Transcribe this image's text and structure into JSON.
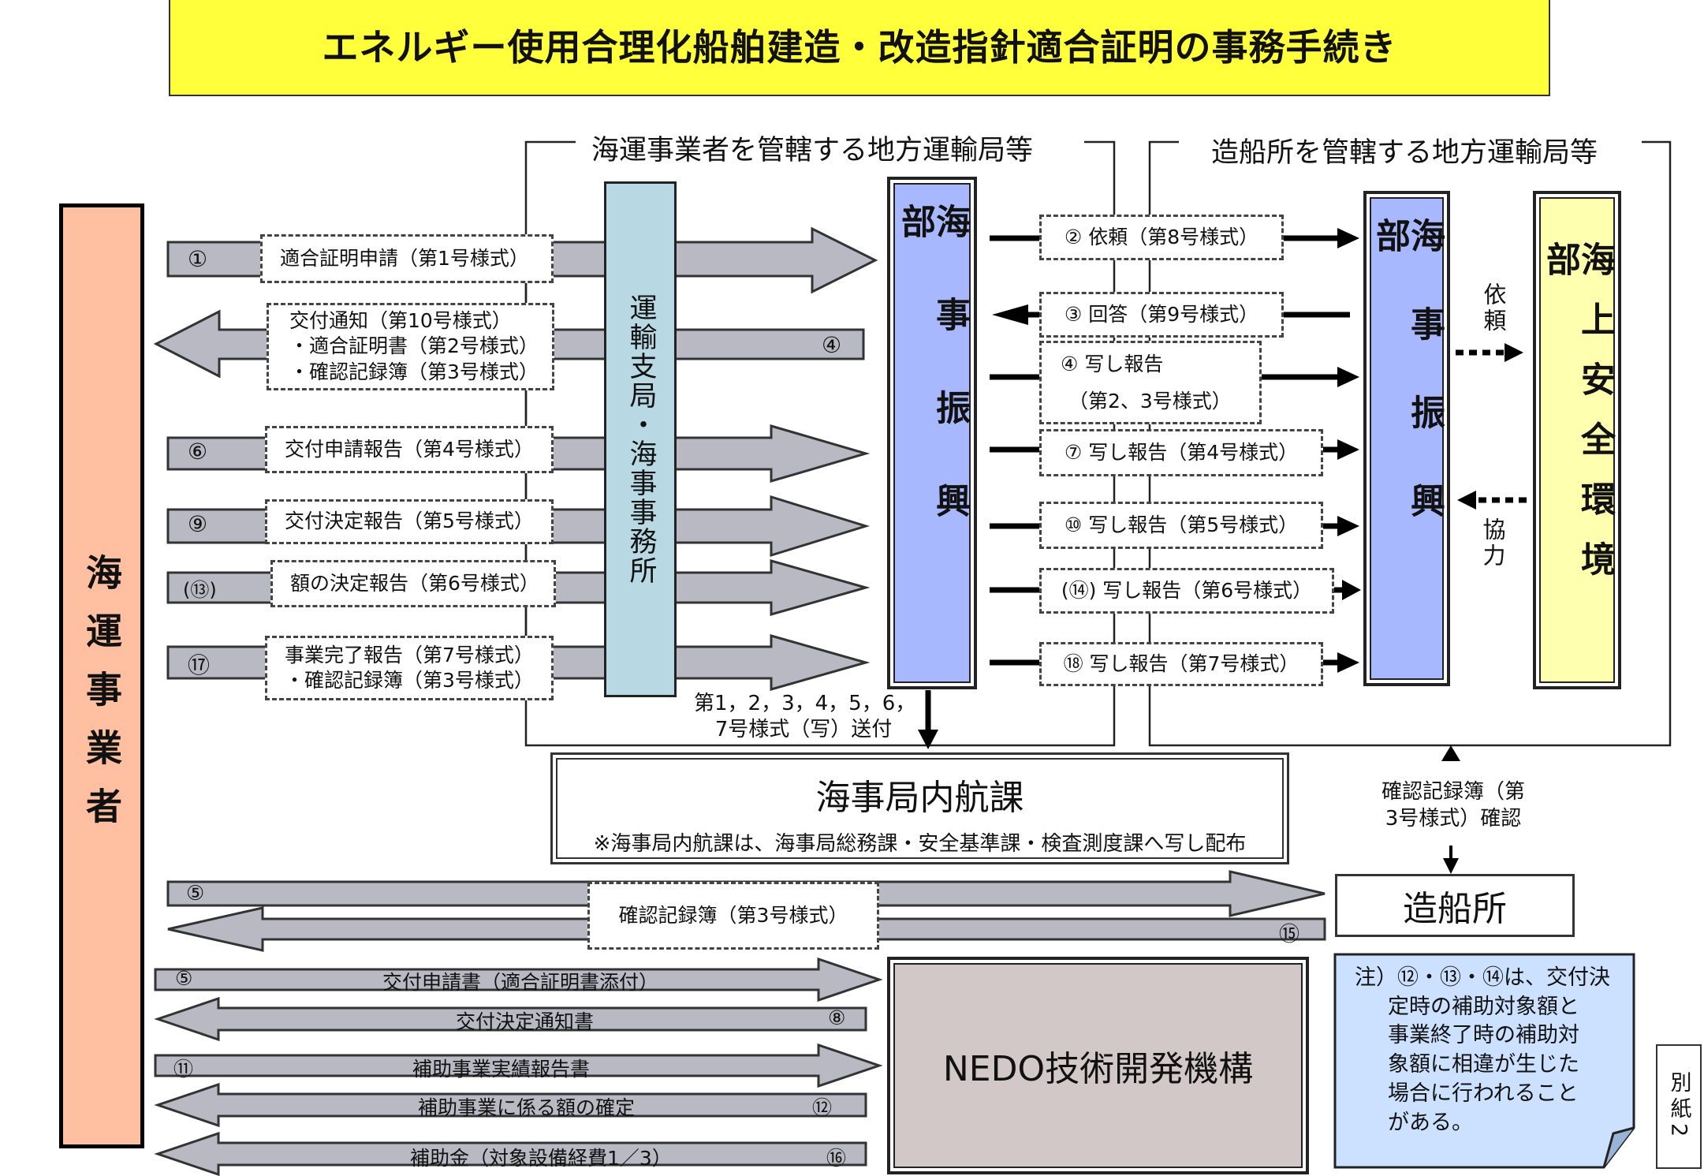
{
  "title": "エネルギー使用合理化船舶建造・改造指針適合証明の事務手続き",
  "section_headers": {
    "left": "海運事業者を管轄する地方運輸局等",
    "right": "造船所を管轄する地方運輸局等"
  },
  "entities": {
    "shipping": "海運事業者",
    "local_office": "運輸支局・海事事務所",
    "promo_left": "海事振興部",
    "promo_right": "海事振興部",
    "safety": "海上安全環境部",
    "naikou_title": "海事局内航課",
    "naikou_note": "※海事局内航課は、海事局総務課・安全基準課・検査測度課へ写し配布",
    "shipyard": "造船所",
    "nedo": "NEDO技術開発機構"
  },
  "left_flows": [
    {
      "num": "①",
      "lines": [
        "適合証明申請（第1号様式）"
      ]
    },
    {
      "num": "④",
      "lines": [
        "交付通知（第10号様式）",
        "・適合証明書（第2号様式）",
        "・確認記録簿（第3号様式）"
      ]
    },
    {
      "num": "⑥",
      "lines": [
        "交付申請報告（第4号様式）"
      ]
    },
    {
      "num": "⑨",
      "lines": [
        "交付決定報告（第5号様式）"
      ]
    },
    {
      "num": "(⑬)",
      "lines": [
        "額の決定報告（第6号様式）"
      ]
    },
    {
      "num": "⑰",
      "lines": [
        "事業完了報告（第7号様式）",
        "・確認記録簿（第3号様式）"
      ]
    }
  ],
  "right_flows": [
    {
      "lines": [
        "②  依頼（第8号様式）"
      ]
    },
    {
      "lines": [
        "③  回答（第9号様式）"
      ]
    },
    {
      "lines": [
        "④  写し報告",
        "（第2、3号様式）"
      ]
    },
    {
      "lines": [
        "⑦  写し報告（第4号様式）"
      ]
    },
    {
      "lines": [
        "⑩  写し報告（第5号様式）"
      ]
    },
    {
      "lines": [
        "(⑭)  写し報告（第6号様式）"
      ]
    },
    {
      "lines": [
        "⑱  写し報告（第7号様式）"
      ]
    }
  ],
  "side_labels": {
    "irai": "依頼",
    "kyoryoku": "協力"
  },
  "send_note": [
    "第1，2，3，4，5，6，",
    "7号様式（写）送付"
  ],
  "confirm_note": [
    "確認記録簿（第",
    "3号様式）確認"
  ],
  "record_book": {
    "label": "確認記録簿（第3号様式）",
    "num_right": "⑤",
    "num_left": "⑮"
  },
  "nedo_flows": [
    {
      "num": "⑤",
      "label": "交付申請書（適合証明書添付）"
    },
    {
      "num": "⑧",
      "label": "交付決定通知書"
    },
    {
      "num": "⑪",
      "label": "補助事業実績報告書"
    },
    {
      "num": "⑫",
      "label": "補助事業に係る額の確定"
    },
    {
      "num": "⑯",
      "label": "補助金（対象設備経費1／3）"
    }
  ],
  "footnote": [
    "注）⑫・⑬・⑭は、交付決",
    "定時の補助対象額と",
    "事業終了時の補助対",
    "象額に相違が生じた",
    "場合に行われること",
    "がある。"
  ],
  "side_tag": "別紙2",
  "colors": {
    "title_bg": "#ffff3c",
    "shipping_bg": "#ffbfa0",
    "local_office_bg": "#b8d9e3",
    "promo_bg": "#a8b8ff",
    "safety_bg": "#ffffb0",
    "arrow_fill": "#b9b9c4",
    "nedo_bg": "#d2c8c8",
    "footnote_bg": "#cce0ff"
  }
}
